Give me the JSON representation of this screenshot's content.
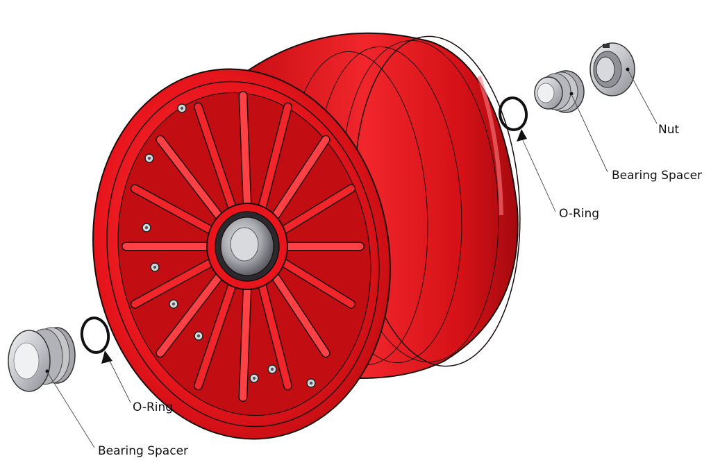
{
  "callouts": {
    "nut": "Nut",
    "bearing_spacer_right": "Bearing Spacer",
    "o_ring_right": "O-Ring",
    "o_ring_left": "O-Ring",
    "bearing_spacer_left": "Bearing Spacer"
  },
  "colors": {
    "wheel": "#e8161c",
    "wheel_dark": "#b30d12",
    "wheel_light": "#ff4a4e",
    "metal": "#c9cbd0",
    "metal_dark": "#8e9097",
    "outline": "#1a0a0a"
  }
}
